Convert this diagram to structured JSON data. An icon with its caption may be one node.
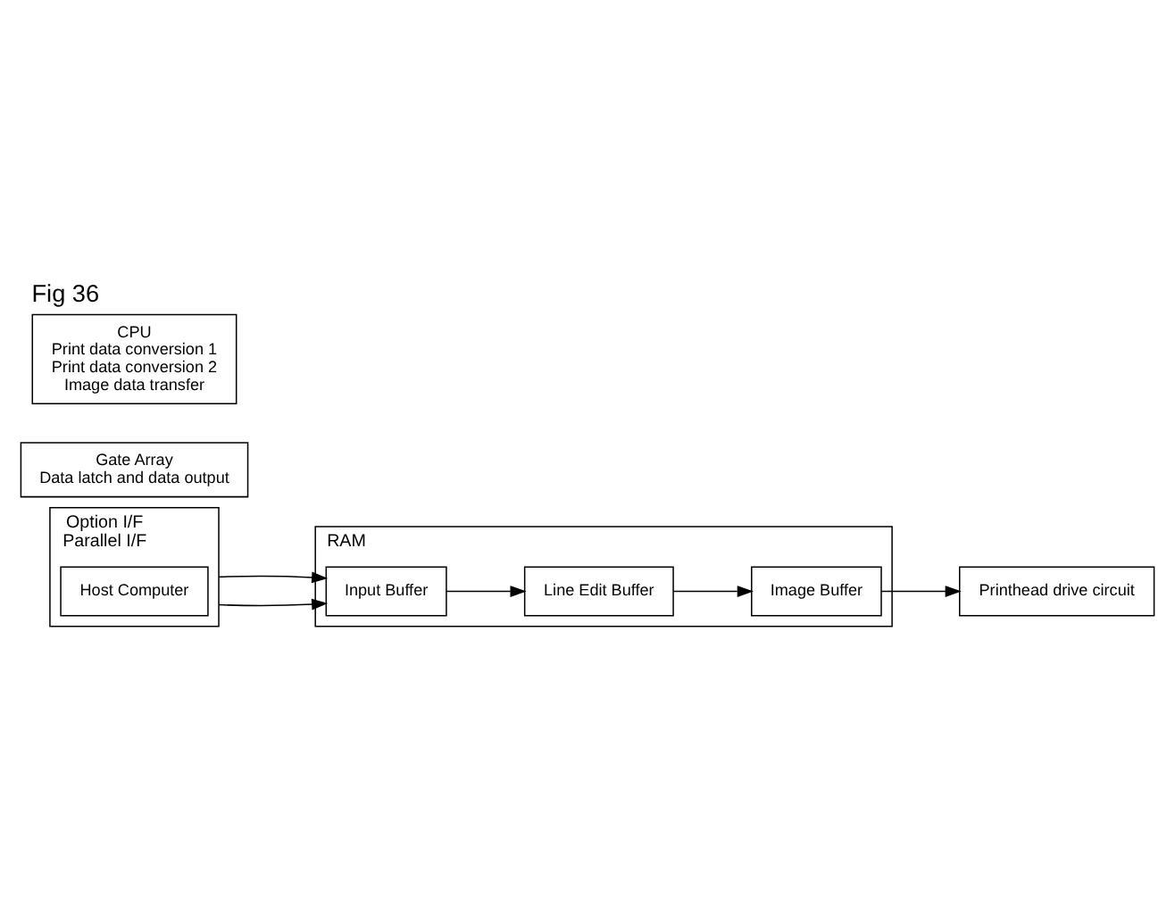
{
  "diagram": {
    "title": "Fig 36",
    "nodes": [
      {
        "text": [
          "Option I/F",
          "Parallel I/F"
        ]
      },
      {
        "text": [
          "Host Computer"
        ],
        "in": 0
      },
      {
        "text": [
          "Gate Array",
          "Data latch and data output"
        ]
      },
      {
        "text": [
          "CPU",
          "Print data conversion 1",
          "Print data conversion 2",
          "Image data transfer"
        ]
      },
      {
        "text": [
          "RAM"
        ]
      },
      {
        "text": [
          "Input Buffer"
        ],
        "in": 4
      },
      {
        "text": [
          "Line Edit Buffer"
        ],
        "in": 4
      },
      {
        "text": [
          "Image Buffer"
        ],
        "in": 4
      },
      {
        "text": [
          "Printhead drive circuit"
        ]
      }
    ],
    "edges": [
      {
        "from": 0,
        "to": 5,
        "arrow": "to"
      },
      {
        "from": 0,
        "to": 5,
        "arrow": "to"
      },
      {
        "from": 5,
        "to": 6,
        "arrow": "to"
      },
      {
        "from": 6,
        "to": 7,
        "arrow": "to"
      },
      {
        "from": 7,
        "to": 8,
        "arrow": "to"
      }
    ]
  }
}
